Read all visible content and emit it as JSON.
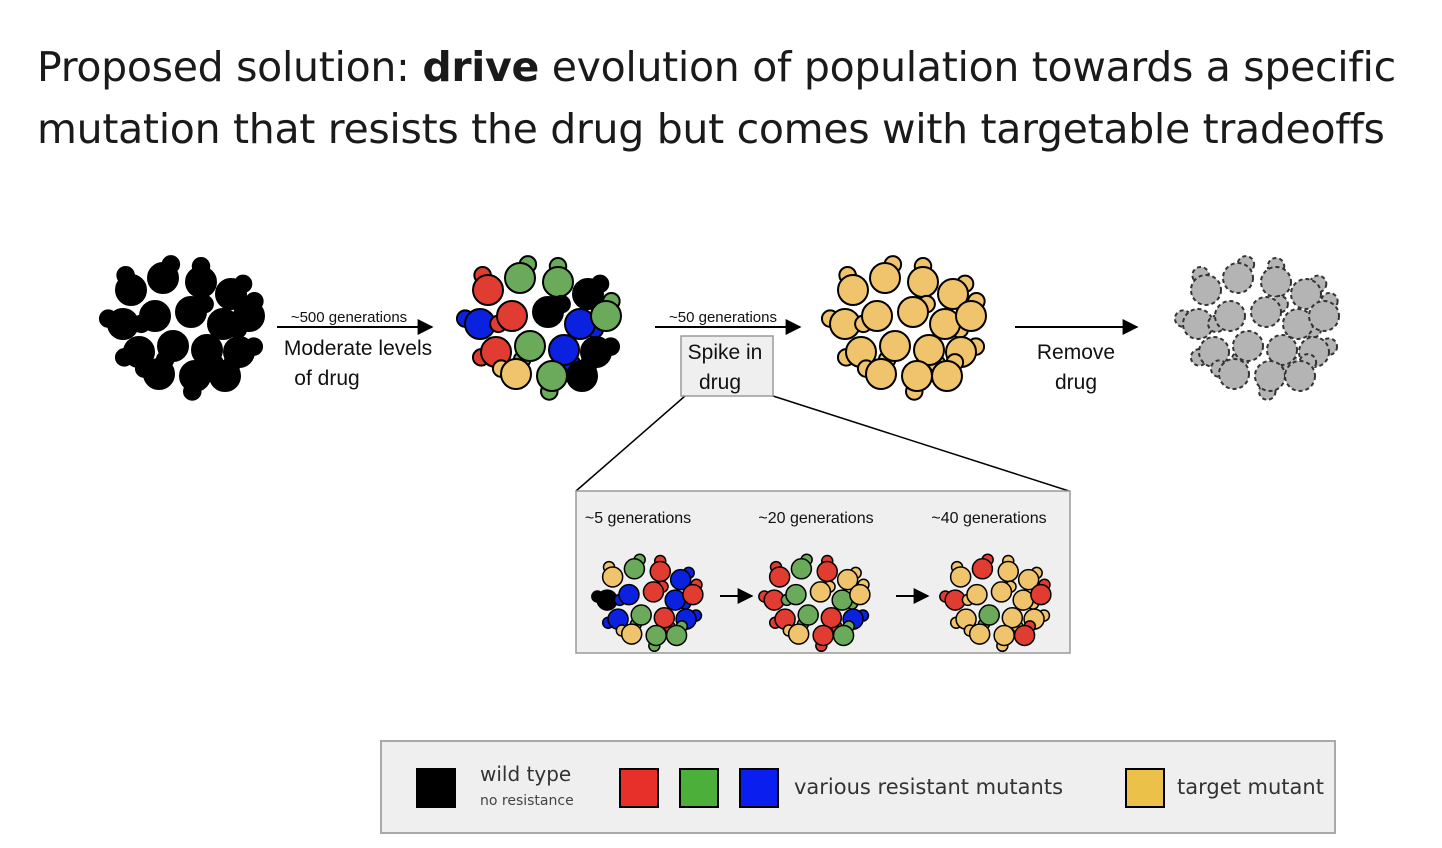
{
  "heading": {
    "part1": "Proposed solution: ",
    "bold": "drive",
    "part2": " evolution of population towards a specific",
    "line2": "mutation that resists the drug but comes with targetable tradeoffs"
  },
  "steps": {
    "s1_top": "~500 generations",
    "s1_l1": "Moderate levels",
    "s1_l2": "of drug",
    "s2_top": "~50 generations",
    "s2_l1": "Spike in",
    "s2_l2": "drug",
    "s3_l1": "Remove",
    "s3_l2": "drug"
  },
  "inset": {
    "g1": "~5 generations",
    "g2": "~20 generations",
    "g3": "~40 generations"
  },
  "legend": {
    "wild_type": "wild type",
    "no_resistance": "no resistance",
    "resistant": "various resistant mutants",
    "target": "target mutant"
  },
  "colors": {
    "wild": "#000000",
    "red": "#e03c31",
    "green": "#6aaa5a",
    "blue": "#0a22e0",
    "target": "#f0c46c",
    "ghost": "#b4b4b4",
    "legend_red": "#e8302a",
    "legend_green": "#4caf3a",
    "legend_blue": "#0a1ef0",
    "legend_target": "#ecc14a"
  }
}
